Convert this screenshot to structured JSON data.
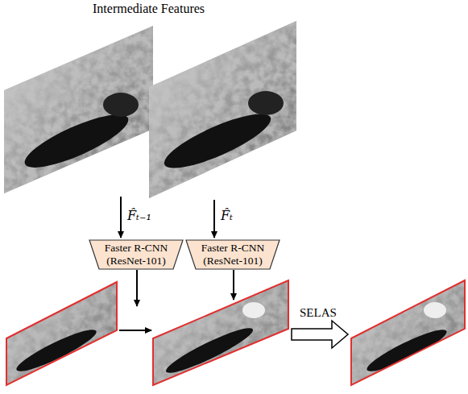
{
  "diagram": {
    "nodes": [
      {
        "text": [
          "Faster R-CNN (ResNet-101)"
        ]
      },
      {
        "text": [
          "Faster R-CNN (ResNet-101)"
        ]
      }
    ],
    "labels": [
      "Intermediate Features",
      "F̂ₜ₋₁",
      "F̂ₜ",
      "SELAS"
    ]
  }
}
